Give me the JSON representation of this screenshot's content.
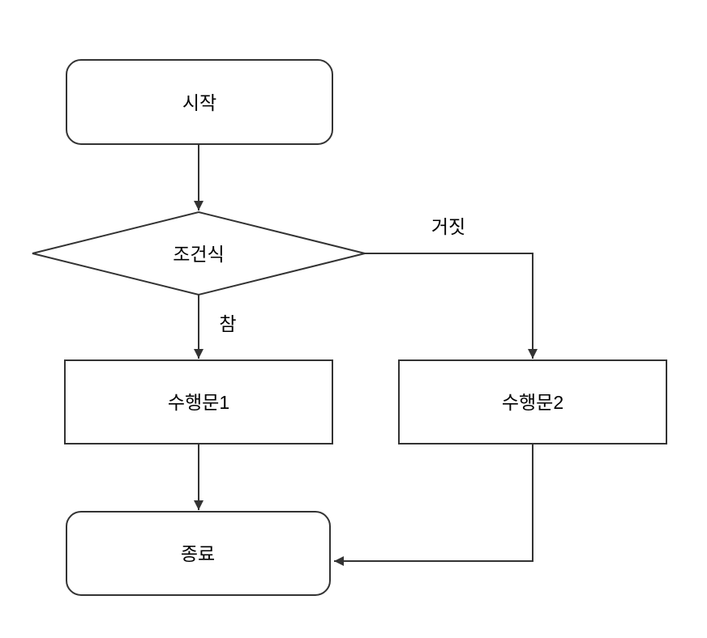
{
  "page": {
    "background_color": "#ffffff"
  },
  "diagram": {
    "type": "flowchart",
    "stroke_color": "#333333",
    "node_fill_color": "#ffffff",
    "text_color": "#000000",
    "nodes": {
      "start": {
        "label": "시작",
        "shape": "rounded-rectangle"
      },
      "condition": {
        "label": "조건식",
        "shape": "diamond"
      },
      "statement1": {
        "label": "수행문1",
        "shape": "rectangle"
      },
      "statement2": {
        "label": "수행문2",
        "shape": "rectangle"
      },
      "end": {
        "label": "종료",
        "shape": "rounded-rectangle"
      }
    },
    "edge_labels": {
      "true_branch": "참",
      "false_branch": "거짓"
    }
  }
}
